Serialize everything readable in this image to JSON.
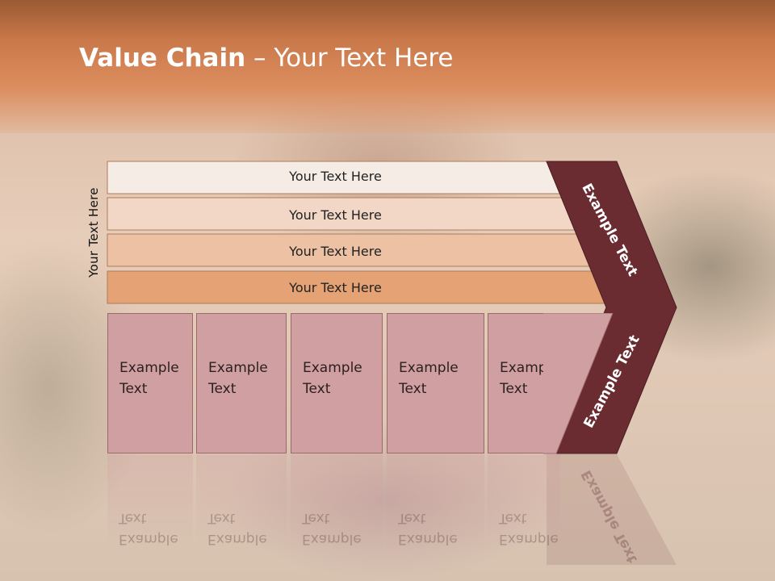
{
  "slide": {
    "title_bold": "Value Chain",
    "title_rest": " – Your Text Here",
    "side_label": "Your Text Here"
  },
  "rows": [
    {
      "label": "Your Text Here",
      "color": "#f6ece6"
    },
    {
      "label": "Your Text Here",
      "color": "#f2d6c6"
    },
    {
      "label": "Your Text Here",
      "color": "#ecc1a4"
    },
    {
      "label": "Your Text Here",
      "color": "#e4a275"
    }
  ],
  "boxes": [
    {
      "label": "Example\nText"
    },
    {
      "label": "Example\nText"
    },
    {
      "label": "Example\nText"
    },
    {
      "label": "Example\nText"
    },
    {
      "label": "Example\nText"
    }
  ],
  "chevron": {
    "top_label": "Example Text",
    "bottom_label": "Example Text",
    "color": "#6a2c31"
  },
  "colors": {
    "box_fill": "#d09fa1",
    "row_border": "#b07a5a"
  }
}
